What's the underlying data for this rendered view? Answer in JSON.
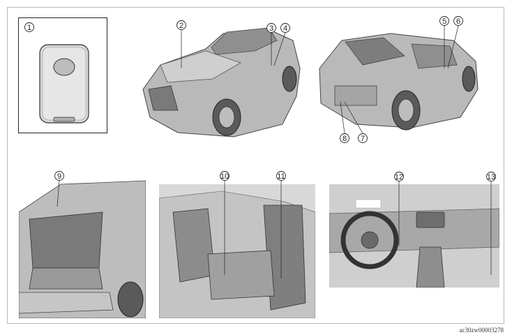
{
  "callouts": [
    "1",
    "2",
    "3",
    "4",
    "5",
    "6",
    "7",
    "8",
    "9",
    "10",
    "11",
    "12",
    "13"
  ],
  "reference_code": "ac30zw00003278",
  "colors": {
    "frame": "#b8b8b8",
    "illustration_gray": "#a9a9a9",
    "line": "#222222"
  }
}
